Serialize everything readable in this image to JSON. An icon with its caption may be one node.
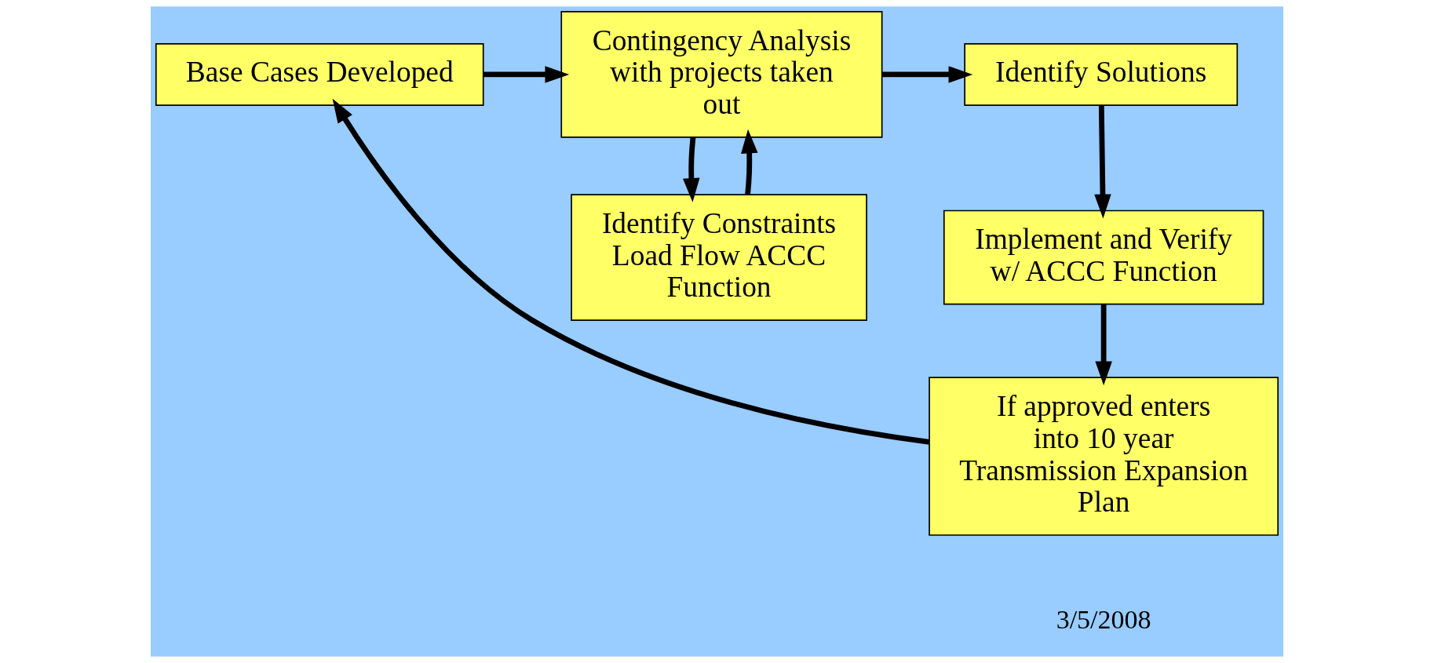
{
  "diagram": {
    "nodes": [
      {
        "text": [
          "Base Cases Developed"
        ]
      },
      {
        "text": [
          "Contingency Analysis with projects taken out"
        ]
      },
      {
        "text": [
          "Identify Solutions"
        ]
      },
      {
        "text": [
          "Identify Constraints Load Flow ACCC Function"
        ]
      },
      {
        "text": [
          "Implement and Verify w/ ACCC Function"
        ]
      },
      {
        "text": [
          "If approved enters into 10 year Transmission Expansion Plan"
        ]
      }
    ],
    "edges": [
      {
        "from": 0,
        "to": 1,
        "arrow": "to"
      },
      {
        "from": 1,
        "to": 2,
        "arrow": "to"
      },
      {
        "from": 1,
        "to": 3,
        "arrow": "to"
      },
      {
        "from": 3,
        "to": 1,
        "arrow": "to"
      },
      {
        "from": 2,
        "to": 4,
        "arrow": "to"
      },
      {
        "from": 4,
        "to": 5,
        "arrow": "to"
      },
      {
        "from": 5,
        "to": 0,
        "arrow": "to"
      }
    ],
    "labels": [
      "3/5/2008"
    ]
  }
}
